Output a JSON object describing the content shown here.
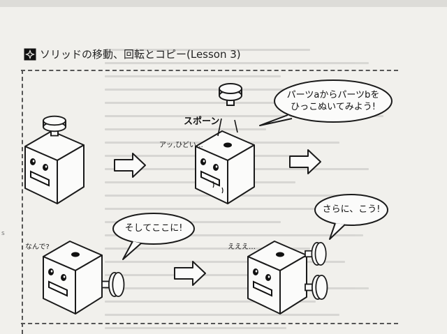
{
  "header": {
    "title": "ソリッドの移動、回転とコピー(Lesson 3)",
    "icon": "cross-mark-icon"
  },
  "scene1": {
    "label_spawn": "スポーン",
    "aside": "アッ,ひどい…"
  },
  "bubbles": {
    "top": {
      "line1": "パーツaからパーツbを",
      "line2": "ひっこぬいてみよう!"
    },
    "middle": {
      "text": "そしてここに!"
    },
    "right": {
      "text": "さらに、こう!"
    }
  },
  "scene3": {
    "aside": "なんで?"
  },
  "scene4": {
    "aside": "えええ…"
  },
  "margin": {
    "note": "s"
  },
  "colors": {
    "ink": "#222222",
    "paper": "#f1f0ec"
  }
}
